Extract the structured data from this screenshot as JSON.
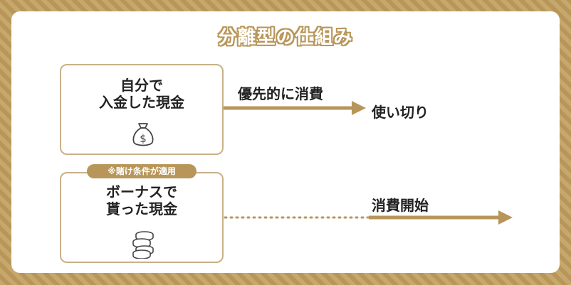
{
  "title": "分離型の仕組み",
  "box_own": {
    "line1": "自分で",
    "line2": "入金した現金",
    "icon": "money-bag-icon"
  },
  "box_bonus": {
    "badge": "※賭け条件が適用",
    "line1": "ボーナスで",
    "line2": "貰った現金",
    "icon": "coin-stack-icon"
  },
  "arrow_own_label": "優先的に消費",
  "result_own": "使い切り",
  "result_bonus": "消費開始",
  "colors": {
    "accent": "#b8965a",
    "box_border": "#c9b088",
    "background": "#ffffff"
  }
}
